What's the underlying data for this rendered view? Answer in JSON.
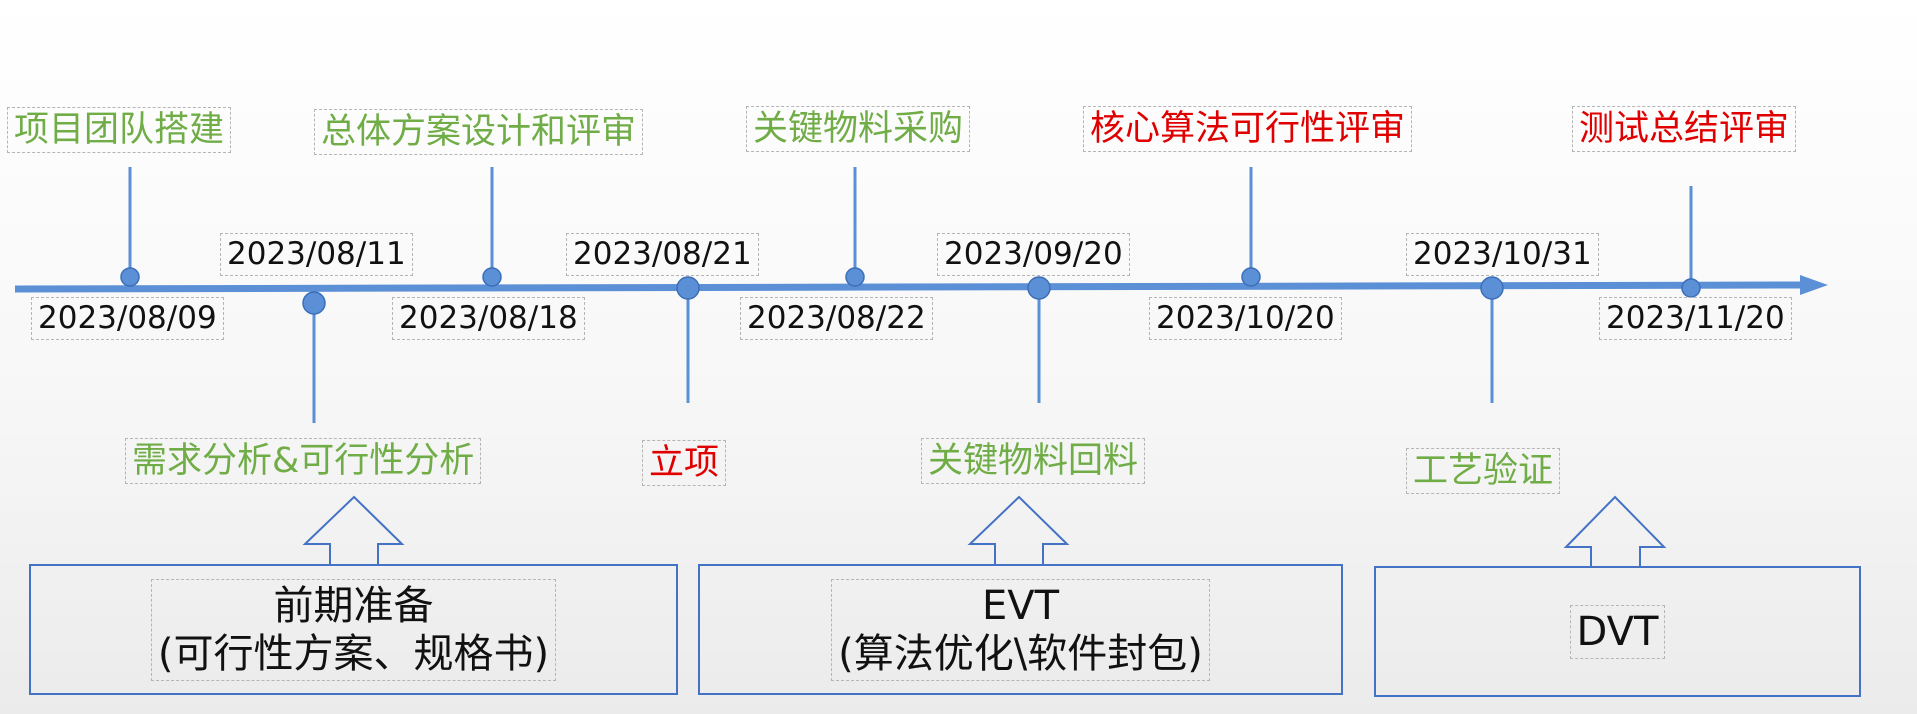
{
  "events_above": [
    {
      "label": "项目团队搭建",
      "date": "2023/08/09",
      "color": "#70ad47"
    },
    {
      "label": "总体方案设计和评审",
      "date": "2023/08/18",
      "color": "#70ad47"
    },
    {
      "label": "关键物料采购",
      "date": "2023/08/22",
      "color": "#70ad47"
    },
    {
      "label": "核心算法可行性评审",
      "date": "2023/10/20",
      "color": "#e00000"
    },
    {
      "label": "测试总结评审",
      "date": "2023/11/20",
      "color": "#e00000"
    }
  ],
  "events_below": [
    {
      "label": "需求分析&可行性分析",
      "date": "2023/08/11",
      "color": "#70ad47"
    },
    {
      "label": "立项",
      "date": "2023/08/21",
      "color": "#e00000"
    },
    {
      "label": "关键物料回料",
      "date": "2023/09/20",
      "color": "#70ad47"
    },
    {
      "label": "工艺验证",
      "date": "2023/10/31",
      "color": "#70ad47"
    }
  ],
  "phases": [
    {
      "title": "前期准备",
      "subtitle": "(可行性方案、规格书)"
    },
    {
      "title": "EVT",
      "subtitle": "(算法优化\\软件封包)"
    },
    {
      "title": "DVT",
      "subtitle": ""
    }
  ],
  "colors": {
    "axis": "#5b8fd6",
    "box_border": "#4472c4",
    "milestone_green": "#70ad47",
    "milestone_red": "#e00000"
  }
}
